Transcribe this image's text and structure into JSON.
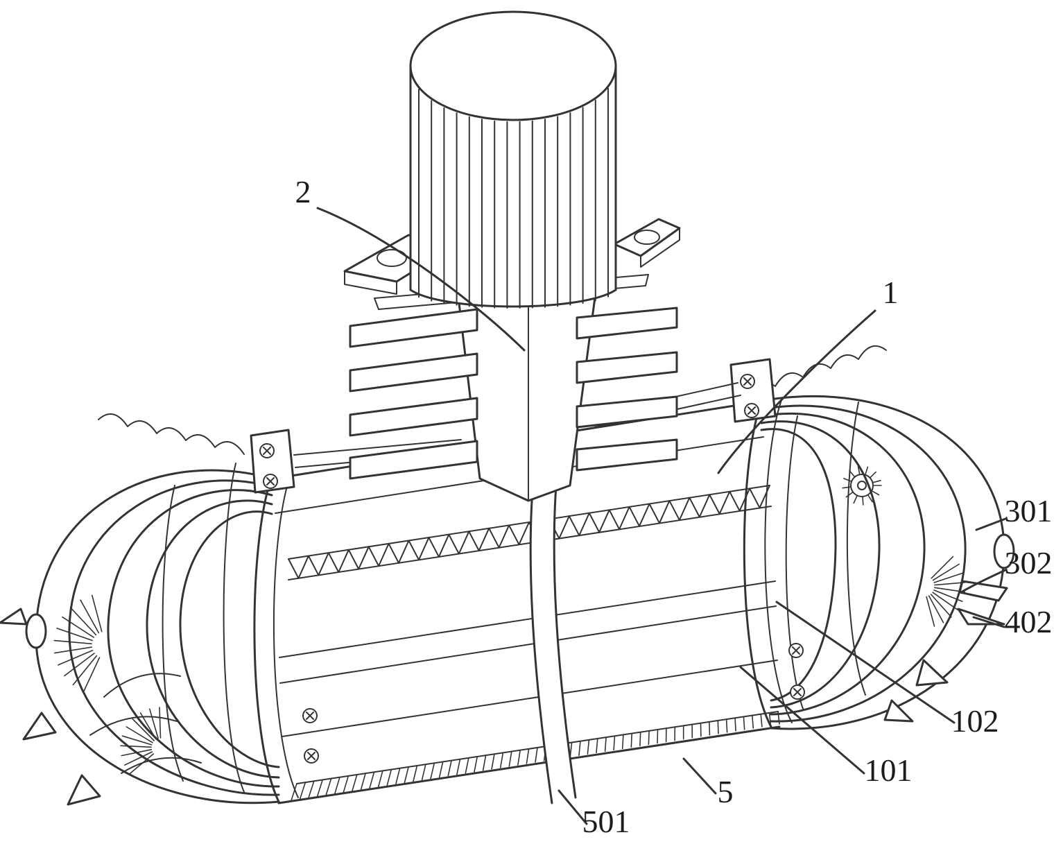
{
  "figure": {
    "kind": "patent-line-drawing",
    "background_color": "#ffffff",
    "line_color": "#333333",
    "label_color": "#1c1c1c",
    "labels": {
      "l1": "1",
      "l2": "2",
      "l301": "301",
      "l302": "302",
      "l402": "402",
      "l102": "102",
      "l101": "101",
      "l5": "5",
      "l501": "501"
    }
  }
}
